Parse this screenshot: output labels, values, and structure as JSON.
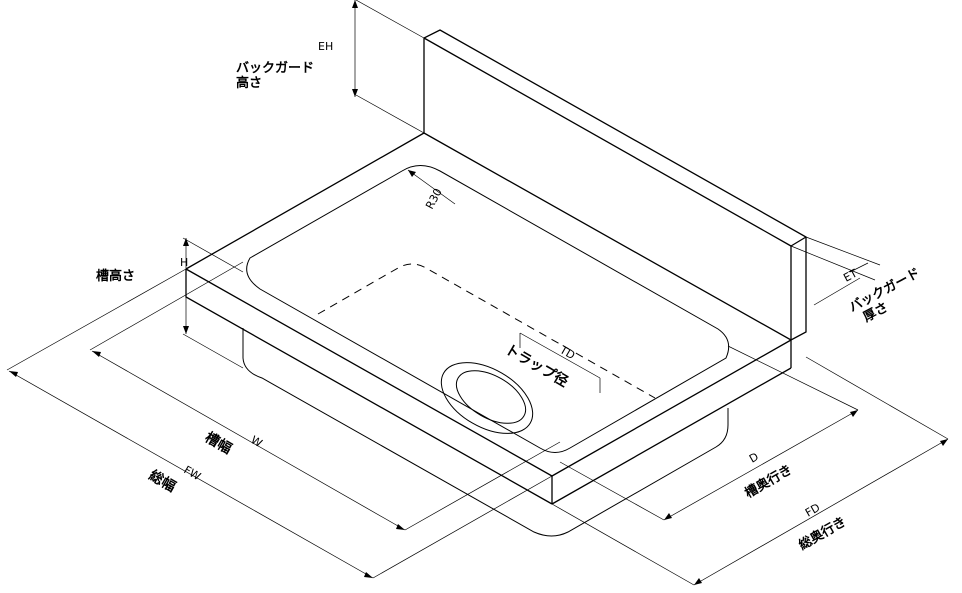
{
  "labels": {
    "eh_code": "EH",
    "backguard_height_1": "バックガード",
    "backguard_height_2": "高さ",
    "h_code": "H",
    "basin_height": "槽高さ",
    "radius": "R30",
    "td_code": "TD",
    "trap_diameter": "トラップ径",
    "w_code": "W",
    "basin_width": "槽幅",
    "fw_code": "FW",
    "total_width": "総幅",
    "et_code": "ET",
    "backguard_thickness_1": "バックガード",
    "backguard_thickness_2": "厚さ",
    "d_code": "D",
    "basin_depth": "槽奥行き",
    "fd_code": "FD",
    "total_depth": "総奥行き"
  }
}
